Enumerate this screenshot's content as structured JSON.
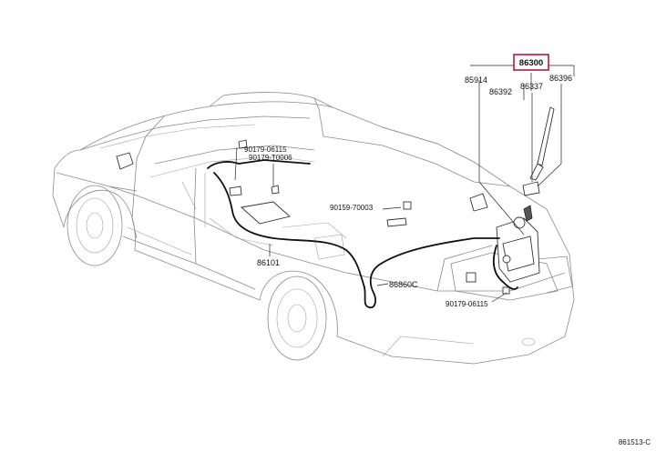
{
  "diagram": {
    "highlight_color": "#c0143c",
    "labels": {
      "main_part": "86300",
      "p85914": "85914",
      "p86337": "86337",
      "p86396": "86396",
      "p86392": "86392",
      "c90179_06115_top": "90179-06115",
      "c90179_t0006": "90179-T0006",
      "c90159_70003": "90159-70003",
      "p86101": "86101",
      "p86860c": "86860C",
      "c90179_06115_bottom": "90179-06115",
      "figure_code": "861513-C"
    }
  }
}
